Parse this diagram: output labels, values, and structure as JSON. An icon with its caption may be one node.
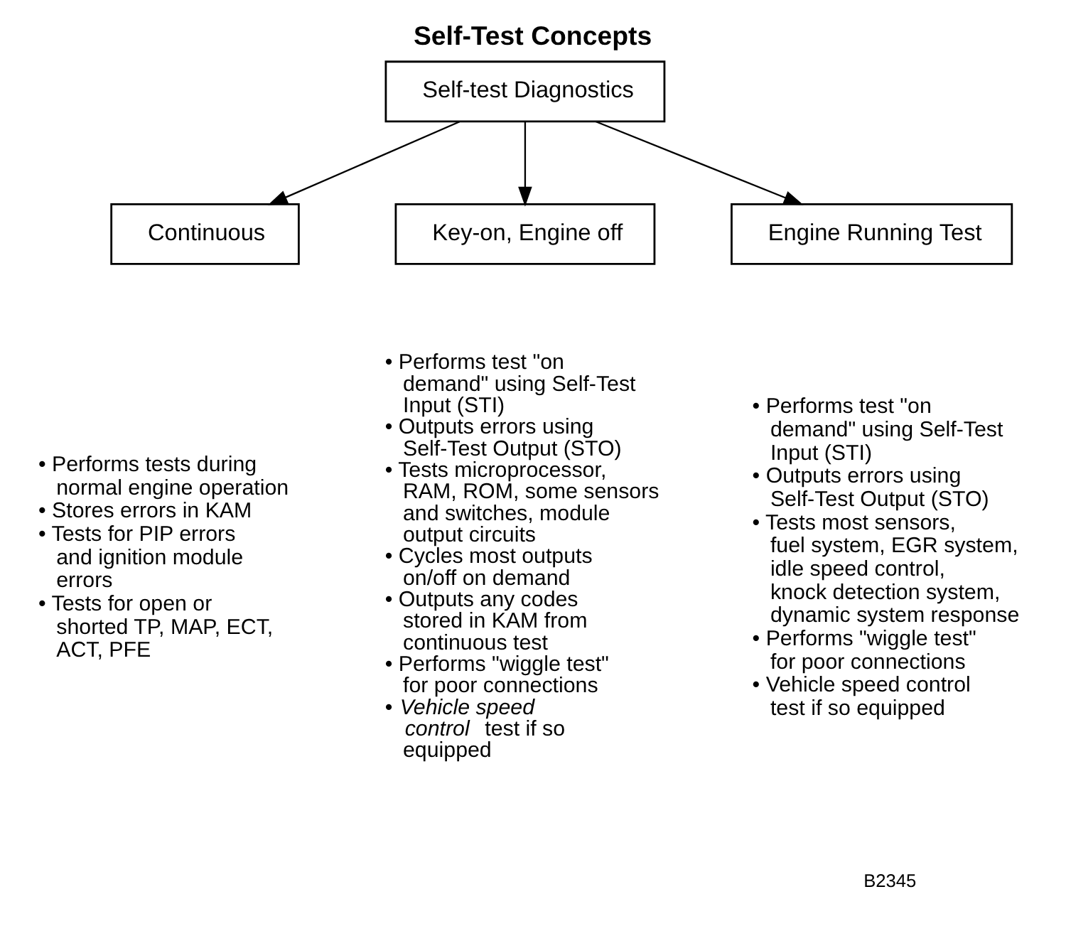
{
  "diagram": {
    "title": "Self-Test Concepts",
    "nodes": [
      {
        "text": [
          "Self-test Diagnostics"
        ]
      },
      {
        "text": [
          "Continuous"
        ],
        "beside": [
          "• Performs tests during normal engine operation",
          "• Stores errors in KAM",
          "• Tests for PIP errors and ignition module errors",
          "• Tests for open or shorted TP, MAP, ECT, ACT, PFE"
        ]
      },
      {
        "text": [
          "Key-on, Engine off"
        ],
        "beside": [
          "• Performs test \"on demand\" using Self-Test Input (STI)",
          "• Outputs errors using Self-Test Output (STO)",
          "• Tests microprocessor, RAM, ROM, some sensors and switches, module output circuits",
          "• Cycles most outputs on/off on demand",
          "• Outputs any codes stored in KAM from continuous test",
          "• Performs \"wiggle test\" for poor connections",
          "• *Vehicle speed control* test if so equipped"
        ]
      },
      {
        "text": [
          "Engine Running Test"
        ],
        "beside": [
          "• Performs test \"on demand\" using Self-Test Input (STI)",
          "• Outputs errors using Self-Test Output (STO)",
          "• Tests most sensors, fuel system, EGR system, idle speed control, knock detection system, dynamic system response",
          "• Performs \"wiggle test\" for poor connections",
          "• Vehicle speed control test if so equipped"
        ]
      }
    ],
    "edges": [
      {
        "from": 0,
        "to": 1,
        "arrow": "to"
      },
      {
        "from": 0,
        "to": 2,
        "arrow": "to"
      },
      {
        "from": 0,
        "to": 3,
        "arrow": "to"
      }
    ],
    "labels": [
      "B2345"
    ]
  }
}
